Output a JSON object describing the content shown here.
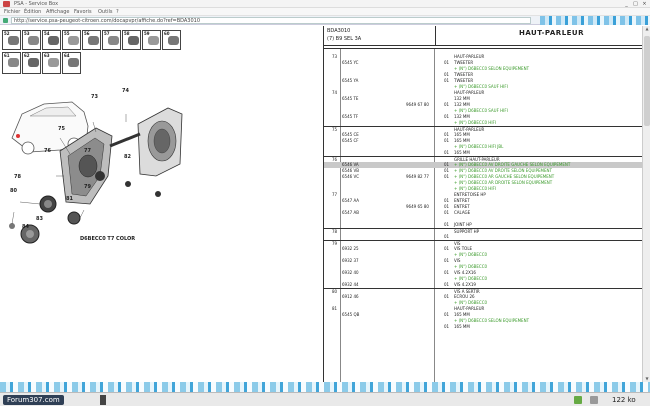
{
  "window": {
    "title": "PSA - Service Box",
    "buttons": [
      "_",
      "□",
      "×"
    ]
  },
  "menubar": {
    "items": [
      "Fichier",
      "Édition",
      "Affichage",
      "Favoris",
      "Outils",
      "?"
    ]
  },
  "addressbar": {
    "url": "http://service.psa-peugeot-citroen.com/docapvpr/affiche.do?ref=BDA3010"
  },
  "diagram": {
    "parts": [
      {
        "num": "52",
        "color": "#777"
      },
      {
        "num": "53",
        "color": "#888"
      },
      {
        "num": "54",
        "color": "#666"
      },
      {
        "num": "55",
        "color": "#999"
      },
      {
        "num": "56",
        "color": "#777"
      },
      {
        "num": "57",
        "color": "#888"
      },
      {
        "num": "58",
        "color": "#666"
      },
      {
        "num": "59",
        "color": "#999"
      },
      {
        "num": "60",
        "color": "#777"
      },
      {
        "num": "61",
        "color": "#888"
      },
      {
        "num": "62",
        "color": "#666"
      },
      {
        "num": "63",
        "color": "#999"
      },
      {
        "num": "64",
        "color": "#777"
      }
    ],
    "callouts": [
      "73",
      "74",
      "75",
      "76",
      "77",
      "78",
      "79",
      "80",
      "81",
      "82",
      "83",
      "84"
    ],
    "caption": "D6BECC0   T7 COLOR"
  },
  "panel": {
    "ref": "BDA3010",
    "subtitle": "(7) B9 SEL 3A",
    "title": "HAUT-PARLEUR",
    "rows": [
      {
        "c1": "",
        "c2": "",
        "c3": "",
        "c4": "",
        "c5": "",
        "sep": true
      },
      {
        "c1": "73",
        "c2": "",
        "c3": "",
        "c4": "",
        "c5": "HAUT-PARLEUR",
        "green": false
      },
      {
        "c1": "",
        "c2": "6545 YC",
        "c3": "",
        "c4": "01",
        "c5": "TWEETER",
        "green": false
      },
      {
        "c1": "",
        "c2": "",
        "c3": "",
        "c4": "",
        "c5": "+ (N°) D6BECC0 SELON EQUIPEMENT",
        "green": true
      },
      {
        "c1": "",
        "c2": "",
        "c3": "",
        "c4": "01",
        "c5": "TWEETER",
        "green": false
      },
      {
        "c1": "",
        "c2": "6545 YA",
        "c3": "",
        "c4": "01",
        "c5": "TWEETER",
        "green": false
      },
      {
        "c1": "",
        "c2": "",
        "c3": "",
        "c4": "",
        "c5": "+ (N°) D6BECC0 SAUF HIFI",
        "green": true
      },
      {
        "c1": "74",
        "c2": "",
        "c3": "",
        "c4": "",
        "c5": "HAUT-PARLEUR",
        "green": false
      },
      {
        "c1": "",
        "c2": "6545 TE",
        "c3": "",
        "c4": "",
        "c5": "132 MM",
        "green": false
      },
      {
        "c1": "",
        "c2": "",
        "c3": "9649 67 80",
        "c4": "01",
        "c5": "132 MM",
        "green": false
      },
      {
        "c1": "",
        "c2": "",
        "c3": "",
        "c4": "",
        "c5": "+ (N°) D6BECC0 SAUF HIFI",
        "green": true
      },
      {
        "c1": "",
        "c2": "6545 TF",
        "c3": "",
        "c4": "01",
        "c5": "132 MM",
        "green": false
      },
      {
        "c1": "",
        "c2": "",
        "c3": "",
        "c4": "",
        "c5": "+ (N°) D6BECC0 HIFI",
        "green": true
      },
      {
        "c1": "75",
        "c2": "",
        "c3": "",
        "c4": "",
        "c5": "HAUT-PARLEUR",
        "green": false,
        "sep": true
      },
      {
        "c1": "",
        "c2": "6545 CE",
        "c3": "",
        "c4": "01",
        "c5": "165 MM",
        "green": false
      },
      {
        "c1": "",
        "c2": "6545 CF",
        "c3": "",
        "c4": "01",
        "c5": "165 MM",
        "green": false
      },
      {
        "c1": "",
        "c2": "",
        "c3": "",
        "c4": "",
        "c5": "+ (N°) D6BECC0 HIFI JBL",
        "green": true
      },
      {
        "c1": "",
        "c2": "",
        "c3": "",
        "c4": "01",
        "c5": "165 MM",
        "green": false
      },
      {
        "c1": "76",
        "c2": "",
        "c3": "",
        "c4": "",
        "c5": "GRILLE HAUT-PARLEUR",
        "green": false,
        "sep": true
      },
      {
        "c1": "",
        "c2": "6546 VA",
        "c3": "",
        "c4": "01",
        "c5": "+ (N°) D6BECC0 AV DROITE GAUCHE SELON EQUIPEMENT",
        "green": true,
        "hl": true
      },
      {
        "c1": "",
        "c2": "6546 VB",
        "c3": "",
        "c4": "01",
        "c5": "+ (N°) D6BECC0 AV DROITE SELON EQUIPEMENT",
        "green": true
      },
      {
        "c1": "",
        "c2": "6546 VC",
        "c3": "9649 82 77",
        "c4": "01",
        "c5": "+ (N°) D6BECC0 AR GAUCHE SELON EQUIPEMENT",
        "green": true
      },
      {
        "c1": "",
        "c2": "",
        "c3": "",
        "c4": "",
        "c5": "+ (N°) D6BECC0 AR DROITE SELON EQUIPEMENT",
        "green": true
      },
      {
        "c1": "",
        "c2": "",
        "c3": "",
        "c4": "",
        "c5": "+ (N°) D6BECC0 HIFI",
        "green": true
      },
      {
        "c1": "77",
        "c2": "",
        "c3": "",
        "c4": "",
        "c5": "ENTRETOISE HP",
        "green": false
      },
      {
        "c1": "",
        "c2": "6547 AA",
        "c3": "",
        "c4": "01",
        "c5": "ENTRET",
        "green": false
      },
      {
        "c1": "",
        "c2": "",
        "c3": "9649 65 80",
        "c4": "01",
        "c5": "ENTRET",
        "green": false
      },
      {
        "c1": "",
        "c2": "6547 AB",
        "c3": "",
        "c4": "01",
        "c5": "CALAGE",
        "green": false
      },
      {
        "c1": "",
        "c2": "",
        "c3": "",
        "c4": "",
        "c5": "",
        "green": false
      },
      {
        "c1": "",
        "c2": "",
        "c3": "",
        "c4": "01",
        "c5": "JOINT HP",
        "green": false
      },
      {
        "c1": "78",
        "c2": "",
        "c3": "",
        "c4": "",
        "c5": "SUPPORT HP",
        "green": false,
        "sep": true
      },
      {
        "c1": "",
        "c2": "",
        "c3": "",
        "c4": "01",
        "c5": "",
        "green": false
      },
      {
        "c1": "79",
        "c2": "",
        "c3": "",
        "c4": "",
        "c5": "VIS",
        "green": false,
        "sep": true
      },
      {
        "c1": "",
        "c2": "6932 25",
        "c3": "",
        "c4": "01",
        "c5": "VIS TOLE",
        "green": false
      },
      {
        "c1": "",
        "c2": "",
        "c3": "",
        "c4": "",
        "c5": "+ (N°) D6BECC0",
        "green": true
      },
      {
        "c1": "",
        "c2": "6932 37",
        "c3": "",
        "c4": "01",
        "c5": "VIS",
        "green": false
      },
      {
        "c1": "",
        "c2": "",
        "c3": "",
        "c4": "",
        "c5": "+ (N°) D6BECC0",
        "green": true
      },
      {
        "c1": "",
        "c2": "6932 40",
        "c3": "",
        "c4": "01",
        "c5": "VIS 4.2X16",
        "green": false
      },
      {
        "c1": "",
        "c2": "",
        "c3": "",
        "c4": "",
        "c5": "+ (N°) D6BECC0",
        "green": true
      },
      {
        "c1": "",
        "c2": "6932 44",
        "c3": "",
        "c4": "01",
        "c5": "VIS 4.2X19",
        "green": false
      },
      {
        "c1": "80",
        "c2": "",
        "c3": "",
        "c4": "",
        "c5": "VIS A SERTIR",
        "green": false,
        "sep": true
      },
      {
        "c1": "",
        "c2": "6912 46",
        "c3": "",
        "c4": "01",
        "c5": "ECROU 26",
        "green": false
      },
      {
        "c1": "",
        "c2": "",
        "c3": "",
        "c4": "",
        "c5": "+ (N°) D6BECC0",
        "green": true
      },
      {
        "c1": "81",
        "c2": "",
        "c3": "",
        "c4": "",
        "c5": "HAUT-PARLEUR",
        "green": false
      },
      {
        "c1": "",
        "c2": "6545 QB",
        "c3": "",
        "c4": "01",
        "c5": "165 MM",
        "green": false
      },
      {
        "c1": "",
        "c2": "",
        "c3": "",
        "c4": "",
        "c5": "+ (N°) D6BECC0 SELON EQUIPEMENT",
        "green": true
      },
      {
        "c1": "",
        "c2": "",
        "c3": "",
        "c4": "01",
        "c5": "165 MM",
        "green": false
      }
    ]
  },
  "taskbar": {
    "forum": "Forum307.com",
    "size": "122 ko"
  }
}
